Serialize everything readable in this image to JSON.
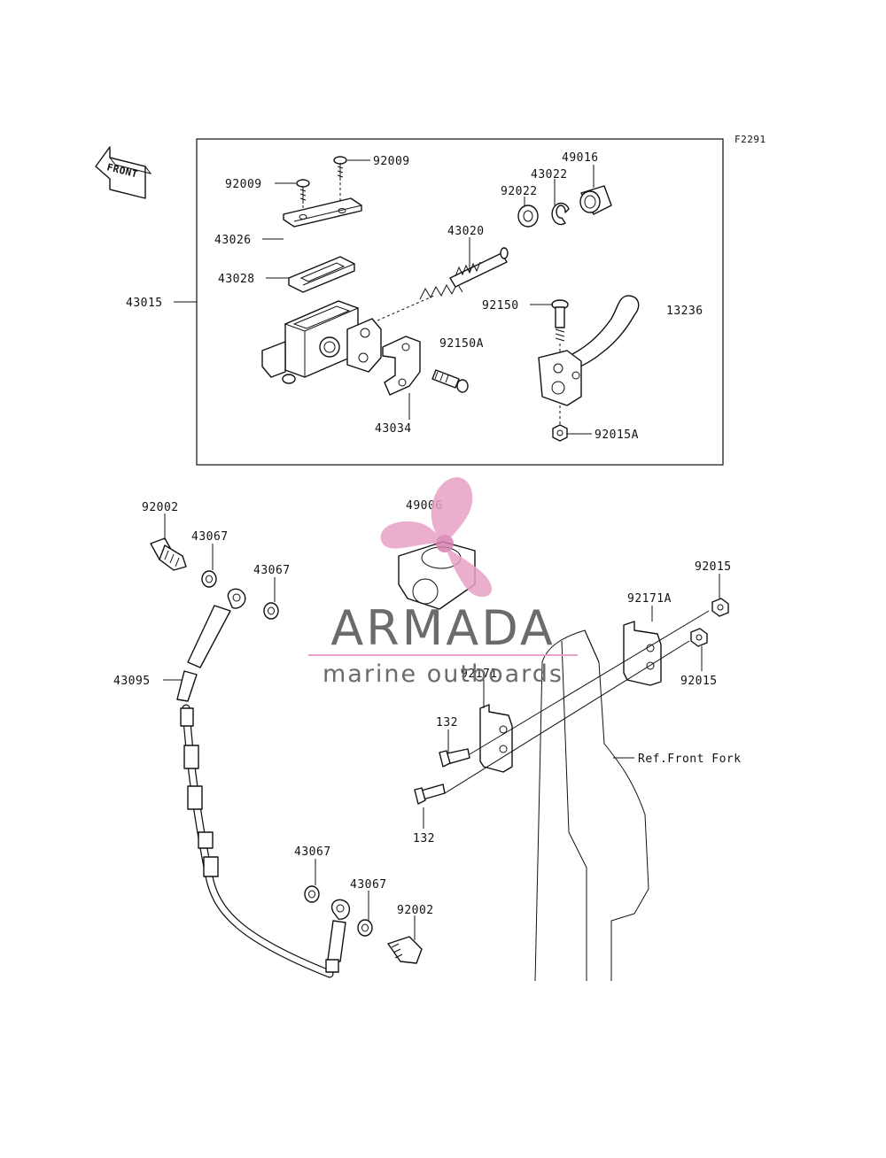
{
  "figure_code": "F2291",
  "front_arrow": "FRONT",
  "labels": {
    "l92009a": "92009",
    "l92009b": "92009",
    "l49016": "49016",
    "l43022": "43022",
    "l92022": "92022",
    "l43026": "43026",
    "l43020": "43020",
    "l43028": "43028",
    "l43015": "43015",
    "l92150": "92150",
    "l13236": "13236",
    "l92150A": "92150A",
    "l43034": "43034",
    "l92015A": "92015A",
    "l92002a": "92002",
    "l43067a": "43067",
    "l43067b": "43067",
    "l49006": "49006",
    "l92015a": "92015",
    "l92171A": "92171A",
    "l92015b": "92015",
    "l43095": "43095",
    "l92171": "92171",
    "l132a": "132",
    "lref": "Ref.Front Fork",
    "l132b": "132",
    "l43067c": "43067",
    "l43067d": "43067",
    "l92002b": "92002"
  },
  "watermark": {
    "name": "ARMADA",
    "tagline": "marine outboards",
    "colors": {
      "text": "#6b6b6b",
      "accent": "#e8a1c4"
    }
  }
}
